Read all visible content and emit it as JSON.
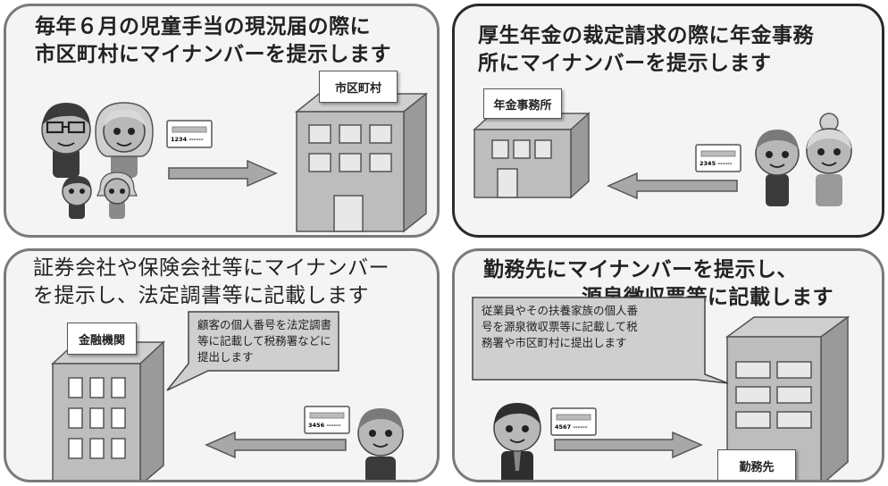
{
  "panels": [
    {
      "title_lines": [
        "毎年６月の児童手当の現況届の際に",
        "市区町村にマイナンバーを提示します"
      ],
      "building_label": "市区町村",
      "card_number": "1234 ------"
    },
    {
      "title_lines": [
        "厚生年金の裁定請求の際に年金事務",
        "所にマイナンバーを提示します"
      ],
      "building_label": "年金事務所",
      "card_number": "2345 ------"
    },
    {
      "title_lines": [
        "証券会社や保険会社等にマイナンバー",
        "を提示し、法定調書等に記載します"
      ],
      "building_label": "金融機関",
      "bubble_lines": [
        "顧客の個人番号を法定調書",
        "等に記載して税務署などに",
        "提出します"
      ],
      "card_number": "3456 ------"
    },
    {
      "title_lines": [
        "勤務先にマイナンバーを提示し、",
        "源泉徴収票等に記載します"
      ],
      "building_label": "勤務先",
      "bubble_lines": [
        "従業員やその扶養家族の個人番",
        "号を源泉徴収票等に記載して税",
        "務署や市区町村に提出します"
      ],
      "card_number": "4567 ------"
    }
  ]
}
